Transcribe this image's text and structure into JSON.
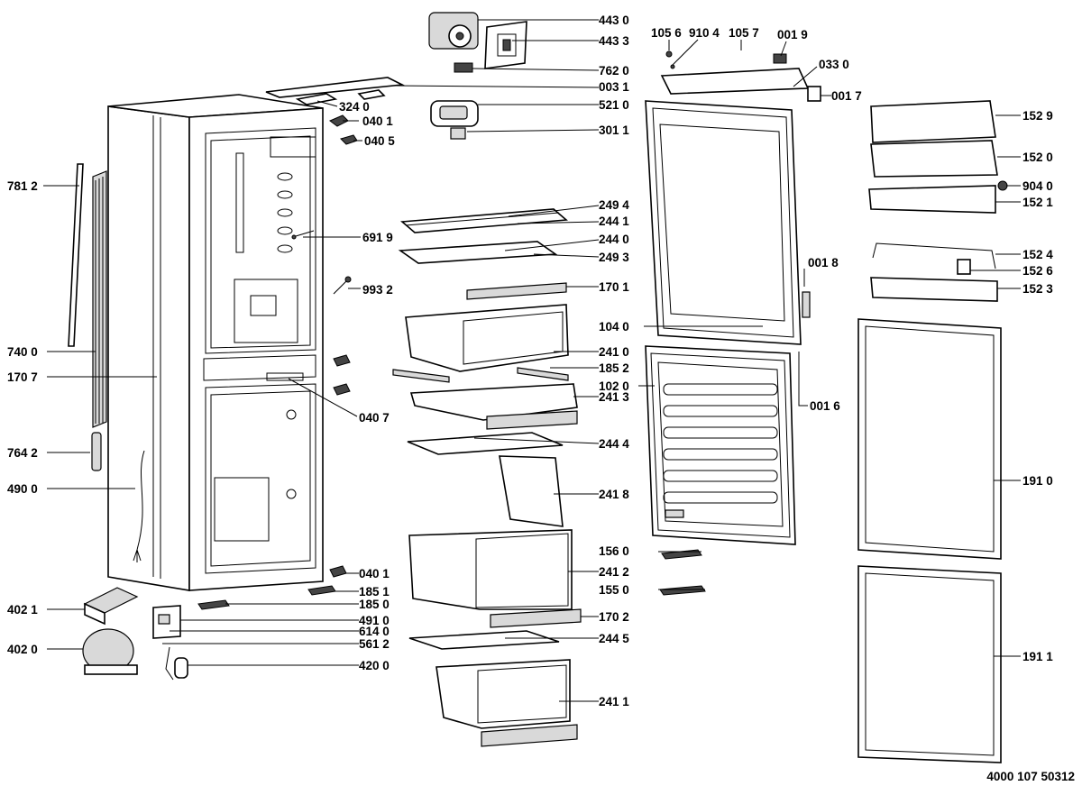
{
  "diagram": {
    "document_number": "4000 107 50312",
    "callouts": [
      {
        "id": "c4430",
        "text": "443 0"
      },
      {
        "id": "c4433",
        "text": "443 3"
      },
      {
        "id": "c7620",
        "text": "762 0"
      },
      {
        "id": "c0031",
        "text": "003 1"
      },
      {
        "id": "c3240",
        "text": "324 0"
      },
      {
        "id": "c0401a",
        "text": "040 1"
      },
      {
        "id": "c0405",
        "text": "040 5"
      },
      {
        "id": "c5210",
        "text": "521 0"
      },
      {
        "id": "c3011",
        "text": "301 1"
      },
      {
        "id": "c1056",
        "text": "105 6"
      },
      {
        "id": "c9104",
        "text": "910 4"
      },
      {
        "id": "c1057",
        "text": "105 7"
      },
      {
        "id": "c0019",
        "text": "001 9"
      },
      {
        "id": "c0330",
        "text": "033 0"
      },
      {
        "id": "c0017",
        "text": "001 7"
      },
      {
        "id": "c1529",
        "text": "152 9"
      },
      {
        "id": "c1520",
        "text": "152 0"
      },
      {
        "id": "c9040",
        "text": "904 0"
      },
      {
        "id": "c1521",
        "text": "152 1"
      },
      {
        "id": "c1524",
        "text": "152 4"
      },
      {
        "id": "c1526",
        "text": "152 6"
      },
      {
        "id": "c1523",
        "text": "152 3"
      },
      {
        "id": "c7812",
        "text": "781 2"
      },
      {
        "id": "c6919",
        "text": "691 9"
      },
      {
        "id": "c2494",
        "text": "249 4"
      },
      {
        "id": "c2441",
        "text": "244 1"
      },
      {
        "id": "c2440",
        "text": "244 0"
      },
      {
        "id": "c2493",
        "text": "249 3"
      },
      {
        "id": "c0018",
        "text": "001 8"
      },
      {
        "id": "c9932",
        "text": "993 2"
      },
      {
        "id": "c1701",
        "text": "170 1"
      },
      {
        "id": "c1040",
        "text": "104 0"
      },
      {
        "id": "c7400",
        "text": "740 0"
      },
      {
        "id": "c2410",
        "text": "241 0"
      },
      {
        "id": "c1852",
        "text": "185 2"
      },
      {
        "id": "c1707",
        "text": "170 7"
      },
      {
        "id": "c1020",
        "text": "102 0"
      },
      {
        "id": "c2413",
        "text": "241 3"
      },
      {
        "id": "c0016",
        "text": "001 6"
      },
      {
        "id": "c0407",
        "text": "040 7"
      },
      {
        "id": "c2444",
        "text": "244 4"
      },
      {
        "id": "c7642",
        "text": "764 2"
      },
      {
        "id": "c1910",
        "text": "191 0"
      },
      {
        "id": "c4900",
        "text": "490 0"
      },
      {
        "id": "c2418",
        "text": "241 8"
      },
      {
        "id": "c1560",
        "text": "156 0"
      },
      {
        "id": "c0401b",
        "text": "040 1"
      },
      {
        "id": "c2412",
        "text": "241 2"
      },
      {
        "id": "c1851",
        "text": "185 1"
      },
      {
        "id": "c1550",
        "text": "155 0"
      },
      {
        "id": "c1850",
        "text": "185 0"
      },
      {
        "id": "c4021",
        "text": "402 1"
      },
      {
        "id": "c4910",
        "text": "491 0"
      },
      {
        "id": "c1702",
        "text": "170 2"
      },
      {
        "id": "c6140",
        "text": "614 0"
      },
      {
        "id": "c5612",
        "text": "561 2"
      },
      {
        "id": "c4020",
        "text": "402 0"
      },
      {
        "id": "c2445",
        "text": "244 5"
      },
      {
        "id": "c4200",
        "text": "420 0"
      },
      {
        "id": "c1911",
        "text": "191 1"
      },
      {
        "id": "c2411",
        "text": "241 1"
      }
    ]
  }
}
